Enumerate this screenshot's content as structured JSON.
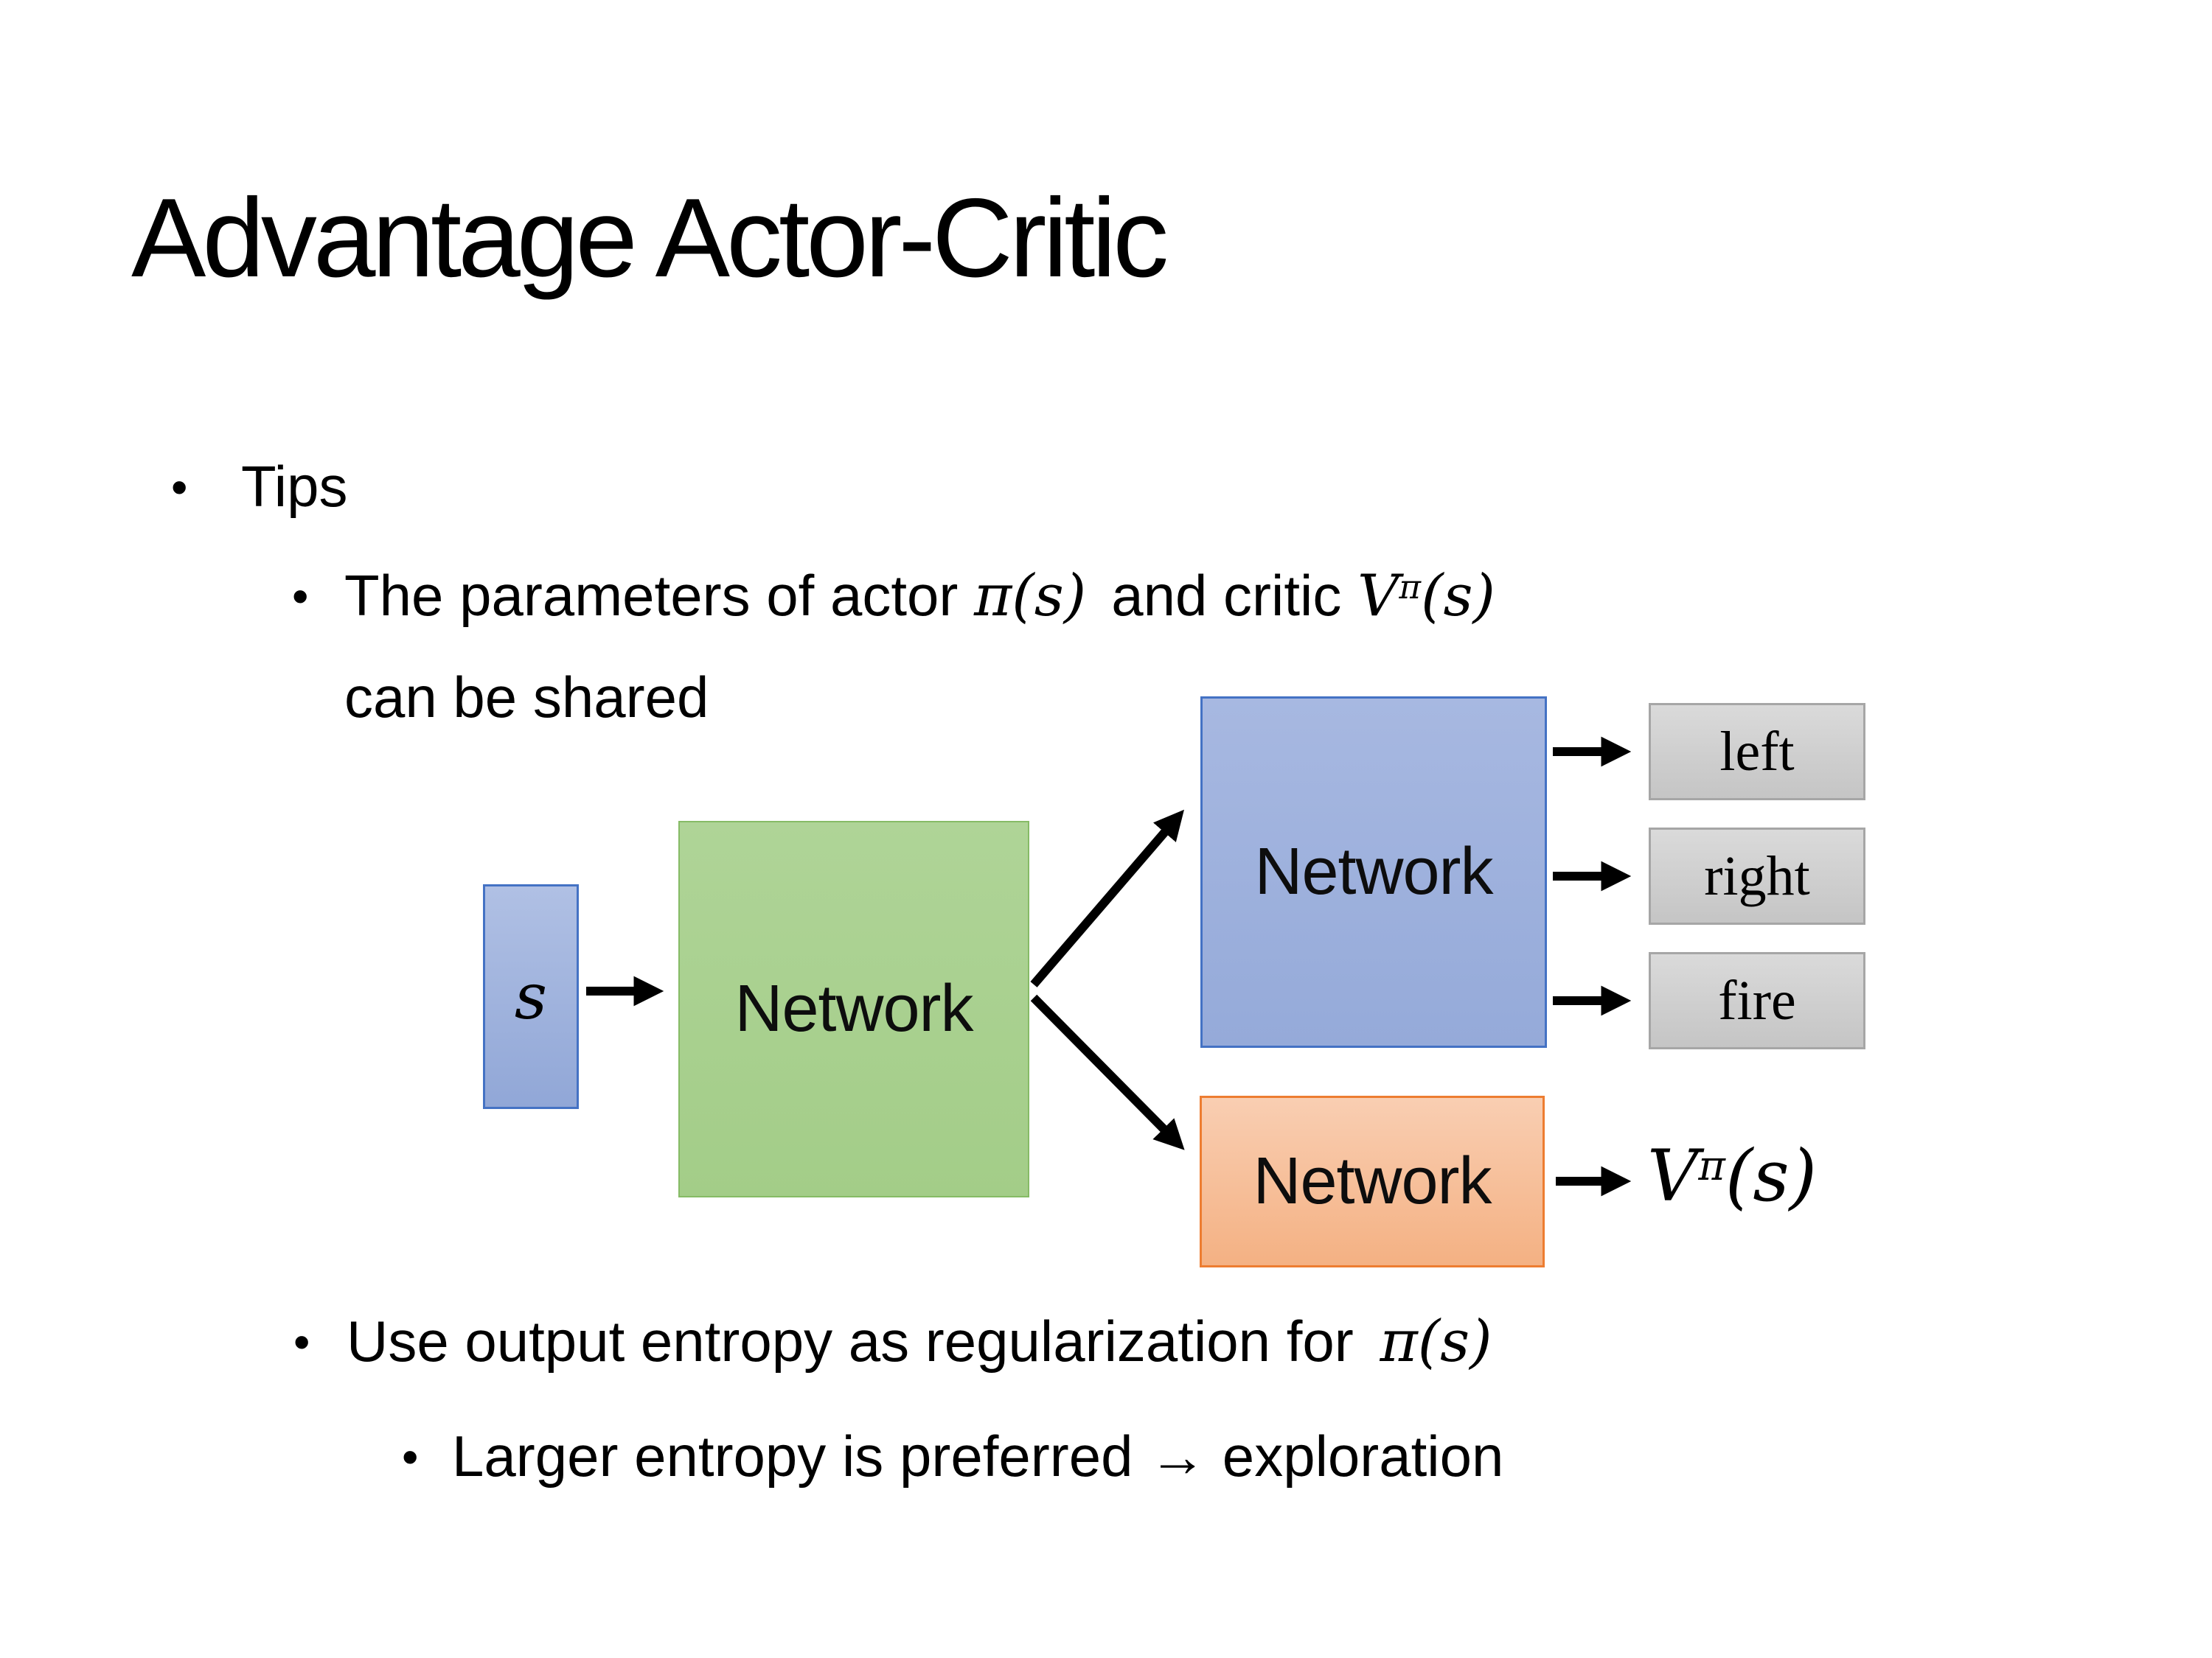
{
  "title": "Advantage Actor-Critic",
  "bullets": {
    "marker": "•",
    "tips": "Tips",
    "b1": {
      "pre": "The parameters of actor ",
      "actor_math": "π(s)",
      "mid": "and critic ",
      "critic_base": "V",
      "critic_sup": "π",
      "critic_args": "(s)",
      "line2": "can be shared"
    },
    "b2": {
      "pre": "Use output entropy as regularization for ",
      "math": "π(s)"
    },
    "b3": "Larger entropy is preferred → exploration"
  },
  "diagram": {
    "input_label": "s",
    "shared_network_label": "Network",
    "actor_network_label": "Network",
    "critic_network_label": "Network",
    "actions": [
      "left",
      "right",
      "fire"
    ],
    "critic_output": {
      "base": "V",
      "sup": "π",
      "args": "(s)"
    }
  },
  "colors": {
    "blue_fill": "#a0b3de",
    "blue_border": "#4472c4",
    "green_fill": "#a9d18e",
    "green_border": "#86bb66",
    "orange_fill": "#f4b183",
    "orange_border": "#ed7d31",
    "gray_fill": "#cfcfcf",
    "gray_border": "#a6a6a6",
    "arrow": "#000000",
    "text": "#000000"
  }
}
